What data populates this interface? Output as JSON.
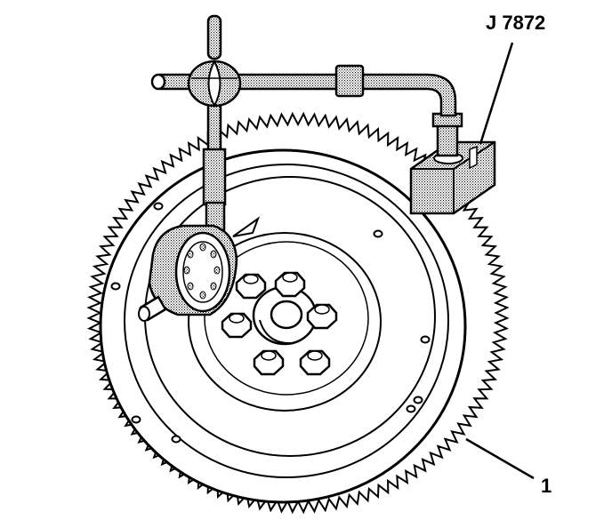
{
  "labels": {
    "tool": "J 7872",
    "part": "1"
  },
  "colors": {
    "ink": "#000000",
    "paper": "#ffffff",
    "stipple": "#b8b8b8"
  },
  "diagram": {
    "flywheel_teeth": 120,
    "bolt_count": 6
  }
}
